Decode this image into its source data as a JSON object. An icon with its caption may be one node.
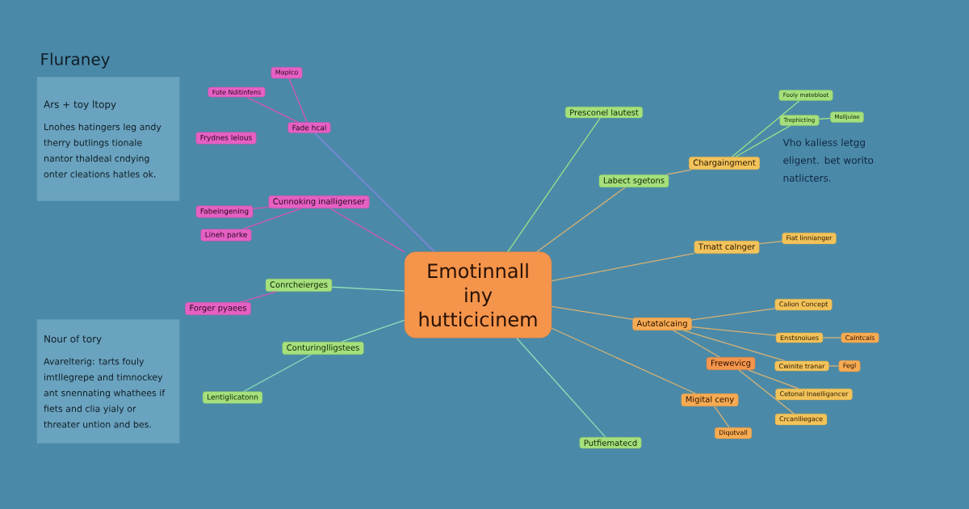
{
  "diagram": {
    "title": "Fluraney",
    "nodes": [
      {
        "text": [
          "Emotinnall iny hutticicinem"
        ]
      },
      {
        "text": [
          "Maplco"
        ]
      },
      {
        "text": [
          "Fote Nditinfens"
        ]
      },
      {
        "text": [
          "Fade hcal"
        ]
      },
      {
        "text": [
          "Frydnes lelous"
        ]
      },
      {
        "text": [
          "Cunnoking inalligenser"
        ]
      },
      {
        "text": [
          "Fabeingening"
        ]
      },
      {
        "text": [
          "Lineh parke"
        ]
      },
      {
        "text": [
          "Conrcheierges"
        ]
      },
      {
        "text": [
          "Forger pyaees"
        ]
      },
      {
        "text": [
          "Conturinglligstees"
        ]
      },
      {
        "text": [
          "Lentiglicatonn"
        ]
      },
      {
        "text": [
          "Presconel lautest"
        ]
      },
      {
        "text": [
          "Labect sgetons"
        ]
      },
      {
        "text": [
          "Chargaingment"
        ]
      },
      {
        "text": [
          "Fooly matebloot"
        ]
      },
      {
        "text": [
          "Trephicting"
        ]
      },
      {
        "text": [
          "Molljuiae"
        ]
      },
      {
        "text": [
          "Tmatt calnger"
        ]
      },
      {
        "text": [
          "Fiat linnianger"
        ]
      },
      {
        "text": [
          "Autatalcaing"
        ]
      },
      {
        "text": [
          "Calion Concept"
        ]
      },
      {
        "text": [
          "Enstsnoiues"
        ]
      },
      {
        "text": [
          "Calntcals"
        ]
      },
      {
        "text": [
          "Frewevicg"
        ]
      },
      {
        "text": [
          "Cwinite tranar"
        ]
      },
      {
        "text": [
          "Fegl"
        ]
      },
      {
        "text": [
          "Cetonal Inaelligancer"
        ]
      },
      {
        "text": [
          "Crcanlliegace"
        ]
      },
      {
        "text": [
          "Migital ceny"
        ]
      },
      {
        "text": [
          "Diqotvall"
        ]
      },
      {
        "text": [
          "Putfiematecd"
        ]
      },
      {
        "text": [
          "Ars + toy ltopy",
          "Lnohes hatingers leg andy therry butlings tionale nantor thaldeal cndying onter cleations hatles ok."
        ]
      },
      {
        "text": [
          "Nour of tory",
          "Avarelterig: tarts fouly imtllegrepe and timnockey ant snennating whathees if fiets and clia yialy or threater untion and bes."
        ]
      }
    ],
    "edges": [
      {
        "from": 0,
        "to": 3,
        "arrow": "none",
        "color": "#8c84e6"
      },
      {
        "from": 3,
        "to": 1,
        "arrow": "none",
        "color": "#d455b8"
      },
      {
        "from": 3,
        "to": 2,
        "arrow": "none",
        "color": "#d455b8"
      },
      {
        "from": 0,
        "to": 5,
        "arrow": "none",
        "color": "#d455b8"
      },
      {
        "from": 5,
        "to": 6,
        "arrow": "none",
        "color": "#d455b8"
      },
      {
        "from": 5,
        "to": 7,
        "arrow": "none",
        "color": "#d455b8"
      },
      {
        "from": 0,
        "to": 8,
        "arrow": "none",
        "color": "#8fe0b8"
      },
      {
        "from": 8,
        "to": 9,
        "arrow": "none",
        "color": "#d455b8"
      },
      {
        "from": 0,
        "to": 10,
        "arrow": "none",
        "color": "#8fe0b8"
      },
      {
        "from": 10,
        "to": 11,
        "arrow": "none",
        "color": "#8fe0b8"
      },
      {
        "from": 0,
        "to": 12,
        "arrow": "none",
        "color": "#9ee08a"
      },
      {
        "from": 0,
        "to": 13,
        "arrow": "none"
      },
      {
        "from": 13,
        "to": 14,
        "arrow": "none"
      },
      {
        "from": 14,
        "to": 15,
        "arrow": "none",
        "color": "#9ee08a"
      },
      {
        "from": 14,
        "to": 16,
        "arrow": "none",
        "color": "#9ee08a"
      },
      {
        "from": 16,
        "to": 17,
        "arrow": "none",
        "color": "#9ee08a"
      },
      {
        "from": 0,
        "to": 18,
        "arrow": "none"
      },
      {
        "from": 18,
        "to": 19,
        "arrow": "none"
      },
      {
        "from": 0,
        "to": 20,
        "arrow": "none"
      },
      {
        "from": 20,
        "to": 21,
        "arrow": "none"
      },
      {
        "from": 20,
        "to": 22,
        "arrow": "none"
      },
      {
        "from": 22,
        "to": 23,
        "arrow": "none"
      },
      {
        "from": 20,
        "to": 25,
        "arrow": "none"
      },
      {
        "from": 25,
        "to": 26,
        "arrow": "none"
      },
      {
        "from": 20,
        "to": 24,
        "arrow": "none"
      },
      {
        "from": 24,
        "to": 27,
        "arrow": "none"
      },
      {
        "from": 24,
        "to": 28,
        "arrow": "none"
      },
      {
        "from": 0,
        "to": 29,
        "arrow": "none"
      },
      {
        "from": 29,
        "to": 30,
        "arrow": "none"
      },
      {
        "from": 0,
        "to": 31,
        "arrow": "none",
        "color": "#8fe0b8"
      }
    ],
    "labels": [
      "Vho kaliess letgg eligent. bet worito natlicters."
    ]
  }
}
